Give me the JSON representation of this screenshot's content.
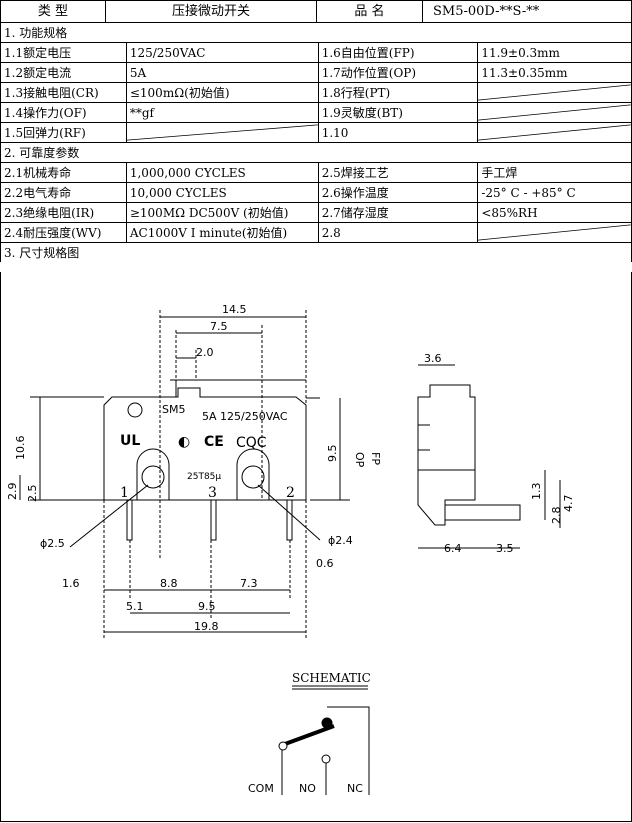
{
  "header": {
    "type_label": "类  型",
    "type_value": "压接微动开关",
    "name_label": "品  名",
    "name_value": "SM5-00D-**S-**"
  },
  "section1": {
    "title": "1. 功能规格",
    "rows": [
      [
        "1.1额定电压",
        "125/250VAC",
        "1.6自由位置(FP)",
        "11.9±0.3mm"
      ],
      [
        "1.2额定电流",
        "5A",
        "1.7动作位置(OP)",
        "11.3±0.35mm"
      ],
      [
        "1.3接触电阻(CR)",
        "≤100mΩ(初始值)",
        "1.8行程(PT)",
        ""
      ],
      [
        "1.4操作力(OF)",
        "**gf",
        "1.9灵敏度(BT)",
        ""
      ],
      [
        "1.5回弹力(RF)",
        "",
        "1.10",
        ""
      ]
    ]
  },
  "section2": {
    "title": "2. 可靠度参数",
    "rows": [
      [
        "2.1机械寿命",
        "1,000,000 CYCLES",
        "2.5焊接工艺",
        "手工焊"
      ],
      [
        "2.2电气寿命",
        "10,000  CYCLES",
        "2.6操作温度",
        "-25° C - +85° C"
      ],
      [
        "2.3绝缘电阻(IR)",
        "≥100MΩ DC500V (初始值)",
        "2.7储存湿度",
        "<85%RH"
      ],
      [
        "2.4耐压强度(WV)",
        "AC1000V I minute(初始值)",
        "2.8",
        ""
      ]
    ]
  },
  "section3": {
    "title": "3. 尺寸规格图"
  },
  "drawing": {
    "model": "SM5",
    "rating": "5A 125/250VAC",
    "cqc": "CQC",
    "code": "25T85μ",
    "pins": [
      "1",
      "3",
      "2"
    ],
    "dims": {
      "d14_5": "14.5",
      "d7_5": "7.5",
      "d2_0": "2.0",
      "d10_6": "10.6",
      "d9_5": "9.5",
      "op": "OP",
      "fp": "FP",
      "d2_9": "2.9",
      "d2_5": "2.5",
      "phi2_5": "ϕ2.5",
      "phi2_4": "ϕ2.4",
      "d0_6": "0.6",
      "d1_6": "1.6",
      "d8_8": "8.8",
      "d7_3": "7.3",
      "d5_1": "5.1",
      "d9_5b": "9.5",
      "d19_8": "19.8",
      "d3_6": "3.6",
      "d1_3": "1.3",
      "d4_7": "4.7",
      "d2_8": "2.8",
      "d6_4": "6.4",
      "d3_5": "3.5"
    }
  },
  "schematic": {
    "title": "SCHEMATIC",
    "com": "COM",
    "no": "NO",
    "nc": "NC"
  }
}
